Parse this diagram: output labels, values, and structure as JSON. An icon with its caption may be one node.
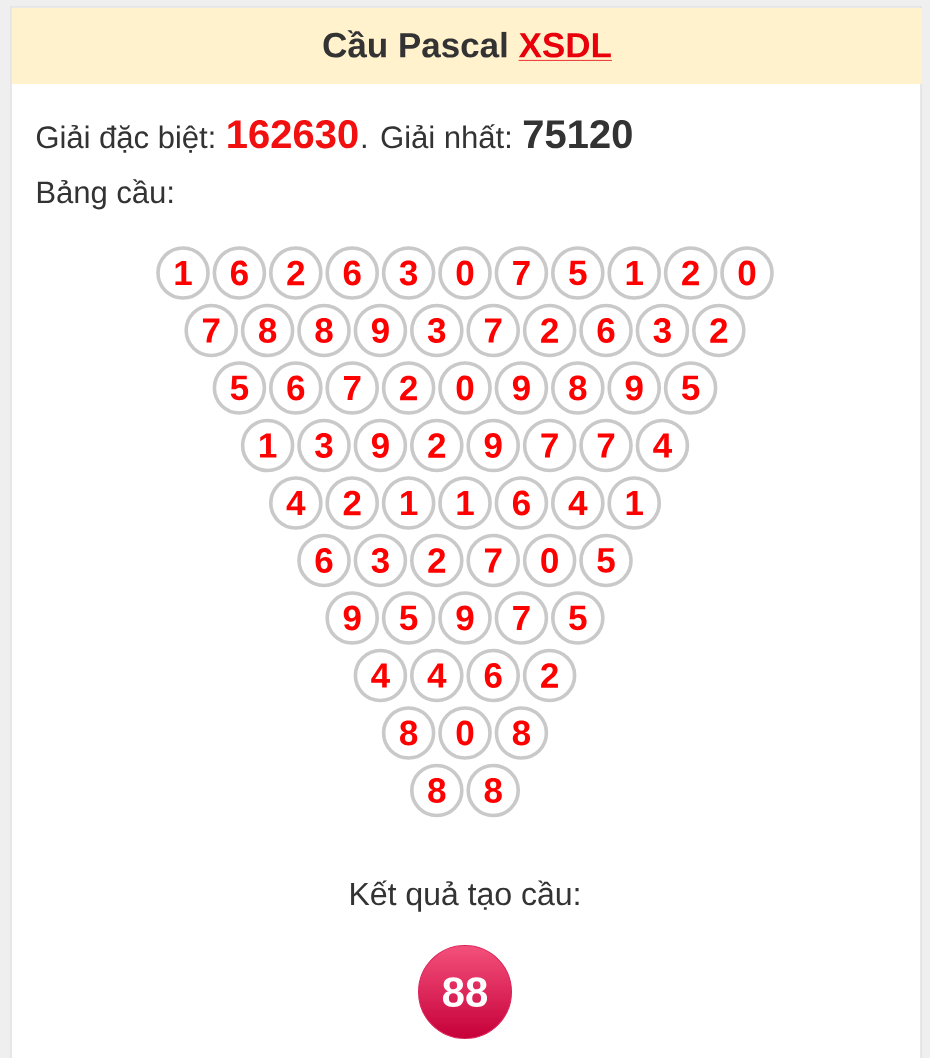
{
  "diagram": {
    "nodes": [
      {
        "text": [
          "Cầu Pascal",
          "XSDL"
        ]
      },
      {
        "text": [
          "1"
        ]
      },
      {
        "text": [
          "6"
        ]
      },
      {
        "text": [
          "2"
        ]
      },
      {
        "text": [
          "6"
        ]
      },
      {
        "text": [
          "3"
        ]
      },
      {
        "text": [
          "0"
        ]
      },
      {
        "text": [
          "7"
        ]
      },
      {
        "text": [
          "5"
        ]
      },
      {
        "text": [
          "1"
        ]
      },
      {
        "text": [
          "2"
        ]
      },
      {
        "text": [
          "0"
        ]
      },
      {
        "text": [
          "7"
        ]
      },
      {
        "text": [
          "8"
        ]
      },
      {
        "text": [
          "8"
        ]
      },
      {
        "text": [
          "9"
        ]
      },
      {
        "text": [
          "3"
        ]
      },
      {
        "text": [
          "7"
        ]
      },
      {
        "text": [
          "2"
        ]
      },
      {
        "text": [
          "6"
        ]
      },
      {
        "text": [
          "3"
        ]
      },
      {
        "text": [
          "2"
        ]
      },
      {
        "text": [
          "5"
        ]
      },
      {
        "text": [
          "6"
        ]
      },
      {
        "text": [
          "7"
        ]
      },
      {
        "text": [
          "2"
        ]
      },
      {
        "text": [
          "0"
        ]
      },
      {
        "text": [
          "9"
        ]
      },
      {
        "text": [
          "8"
        ]
      },
      {
        "text": [
          "9"
        ]
      },
      {
        "text": [
          "5"
        ]
      },
      {
        "text": [
          "1"
        ]
      },
      {
        "text": [
          "3"
        ]
      },
      {
        "text": [
          "9"
        ]
      },
      {
        "text": [
          "2"
        ]
      },
      {
        "text": [
          "9"
        ]
      },
      {
        "text": [
          "7"
        ]
      },
      {
        "text": [
          "7"
        ]
      },
      {
        "text": [
          "4"
        ]
      },
      {
        "text": [
          "4"
        ]
      },
      {
        "text": [
          "2"
        ]
      },
      {
        "text": [
          "1"
        ]
      },
      {
        "text": [
          "1"
        ]
      },
      {
        "text": [
          "6"
        ]
      },
      {
        "text": [
          "4"
        ]
      },
      {
        "text": [
          "1"
        ]
      },
      {
        "text": [
          "6"
        ]
      },
      {
        "text": [
          "3"
        ]
      },
      {
        "text": [
          "2"
        ]
      },
      {
        "text": [
          "7"
        ]
      },
      {
        "text": [
          "0"
        ]
      },
      {
        "text": [
          "5"
        ]
      },
      {
        "text": [
          "9"
        ]
      },
      {
        "text": [
          "5"
        ]
      },
      {
        "text": [
          "9"
        ]
      },
      {
        "text": [
          "7"
        ]
      },
      {
        "text": [
          "5"
        ]
      },
      {
        "text": [
          "4"
        ]
      },
      {
        "text": [
          "4"
        ]
      },
      {
        "text": [
          "6"
        ]
      },
      {
        "text": [
          "2"
        ]
      },
      {
        "text": [
          "8"
        ]
      },
      {
        "text": [
          "0"
        ]
      },
      {
        "text": [
          "8"
        ]
      },
      {
        "text": [
          "8"
        ]
      },
      {
        "text": [
          "8"
        ]
      },
      {
        "text": [
          "88"
        ]
      }
    ],
    "labels": [
      "Giải đặc biệt:",
      "162630",
      ". Giải nhất:",
      "75120",
      "Bảng cầu:",
      "Kết quả tạo cầu:"
    ]
  }
}
